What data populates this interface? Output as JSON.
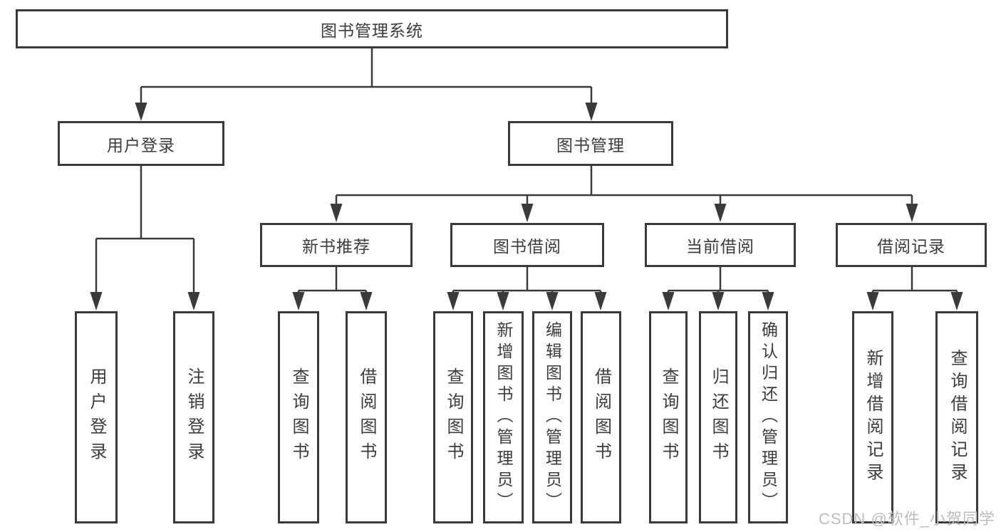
{
  "diagram": {
    "root": {
      "label": "图书管理系统"
    },
    "branches": [
      {
        "label": "用户登录",
        "children": [
          {
            "label": "用户登录"
          },
          {
            "label": "注销登录"
          }
        ]
      },
      {
        "label": "图书管理",
        "children": [
          {
            "label": "新书推荐",
            "children": [
              {
                "label": "查询图书"
              },
              {
                "label": "借阅图书"
              }
            ]
          },
          {
            "label": "图书借阅",
            "children": [
              {
                "label": "查询图书"
              },
              {
                "label": "新增图书（管理员）"
              },
              {
                "label": "编辑图书（管理员）"
              },
              {
                "label": "借阅图书"
              }
            ]
          },
          {
            "label": "当前借阅",
            "children": [
              {
                "label": "查询图书"
              },
              {
                "label": "归还图书"
              },
              {
                "label": "确认归还（管理员）"
              }
            ]
          },
          {
            "label": "借阅记录",
            "children": [
              {
                "label": "新增借阅记录"
              },
              {
                "label": "查询借阅记录"
              }
            ]
          }
        ]
      }
    ],
    "watermark": "CSDN @软件_小贺同学",
    "line_color": "#3a3a3a"
  }
}
